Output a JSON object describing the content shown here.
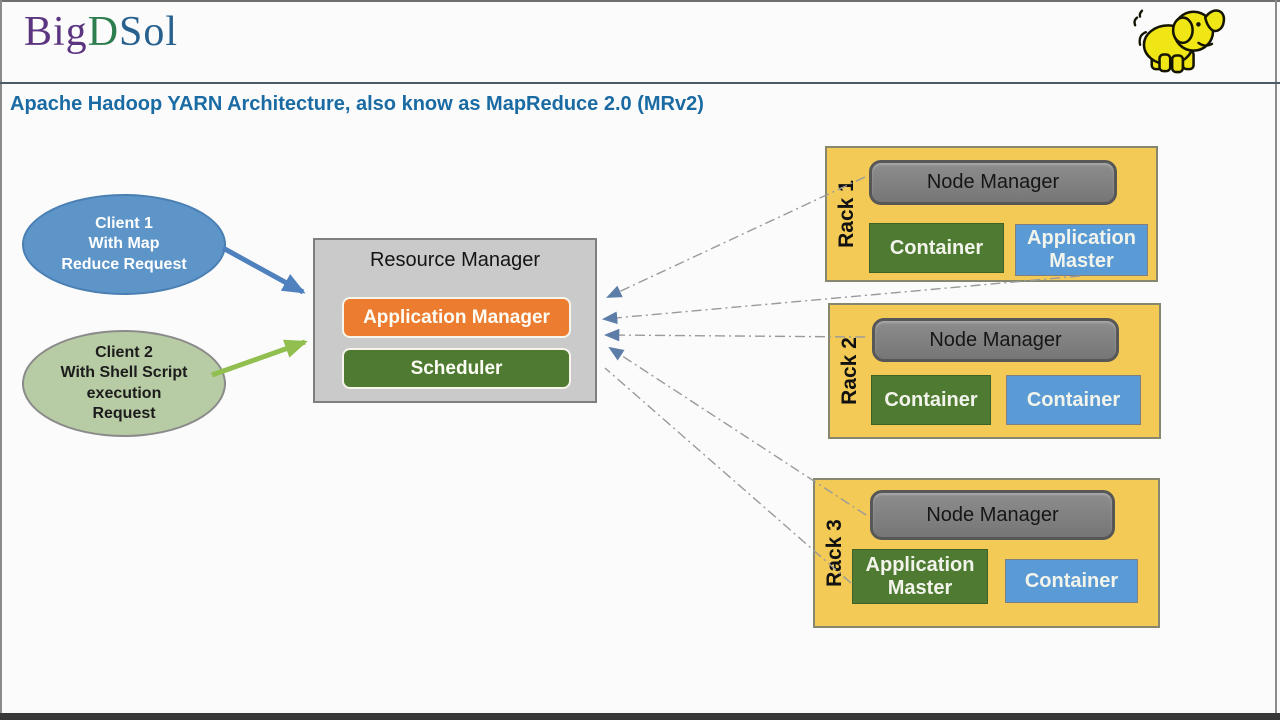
{
  "header": {
    "logo": {
      "big": "Big",
      "d": "D",
      "sol": "Sol"
    },
    "title": "Apache Hadoop YARN Architecture, also know as MapReduce 2.0 (MRv2)"
  },
  "clients": [
    {
      "lines": [
        "Client 1",
        "With Map",
        "Reduce Request"
      ]
    },
    {
      "lines": [
        "Client 2",
        "With Shell Script",
        "execution",
        "Request"
      ]
    }
  ],
  "resource_manager": {
    "title": "Resource Manager",
    "application_manager": "Application Manager",
    "scheduler": "Scheduler"
  },
  "racks": [
    {
      "label": "Rack 1",
      "node_manager": "Node Manager",
      "slot_left": "Container",
      "slot_right": "Application Master"
    },
    {
      "label": "Rack 2",
      "node_manager": "Node Manager",
      "slot_left": "Container",
      "slot_right": "Container"
    },
    {
      "label": "Rack 3",
      "node_manager": "Node Manager",
      "slot_left": "Application Master",
      "slot_right": "Container"
    }
  ],
  "connections": [
    {
      "from": "Client 1",
      "to": "Resource Manager",
      "style": "solid-blue"
    },
    {
      "from": "Client 2",
      "to": "Resource Manager",
      "style": "solid-green"
    },
    {
      "from": "Node Manager (Rack 1)",
      "to": "Resource Manager",
      "style": "dash-dot"
    },
    {
      "from": "Application Master (Rack 1)",
      "to": "Resource Manager",
      "style": "dash-dot"
    },
    {
      "from": "Node Manager (Rack 2)",
      "to": "Resource Manager",
      "style": "dash-dot"
    },
    {
      "from": "Node Manager (Rack 3)",
      "to": "Resource Manager",
      "style": "dash-dot"
    },
    {
      "from": "Application Master (Rack 3)",
      "to": "Resource Manager",
      "style": "dash-dot"
    }
  ],
  "icons": {
    "elephant": "hadoop-elephant-logo"
  },
  "colors": {
    "title_blue": "#1a6ba3",
    "logo_purple": "#5c3580",
    "logo_green": "#2e7d4f",
    "logo_blue": "#29618e",
    "rack_yellow": "#f2ca55",
    "node_manager_gray": "#7e7e7e",
    "container_green": "#4e7b31",
    "container_blue": "#5b9bd5",
    "app_manager_orange": "#ec7c30",
    "resource_manager_gray": "#cacaca",
    "client1_blue": "#5e95c8",
    "client2_green": "#b7cba4",
    "arrow_blue": "#4e81bd",
    "arrow_green": "#90bf4f",
    "dash_gray": "#9a9a9a",
    "dash_arrowhead": "#5b7da8"
  }
}
